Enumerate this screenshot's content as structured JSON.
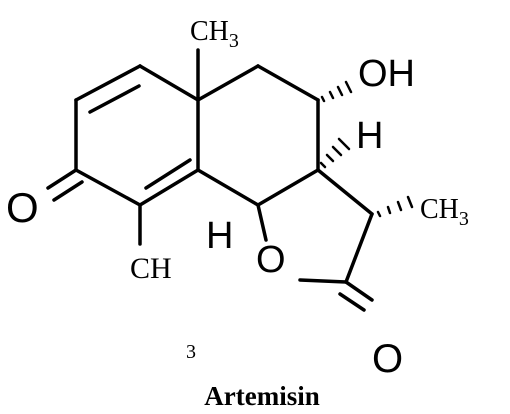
{
  "molecule": {
    "name": "Artemisin",
    "labels": {
      "top_ch": "CH",
      "top_ch_sub": "3",
      "hydroxyl": "OH",
      "ring_h": "H",
      "methyl_right": "CH",
      "methyl_right_sub": "3",
      "ketone_o": "O",
      "bottom_ch": "CH",
      "bottom_sub": "3",
      "lower_h": "H",
      "ether_o": "O",
      "lactone_o": "O"
    }
  }
}
